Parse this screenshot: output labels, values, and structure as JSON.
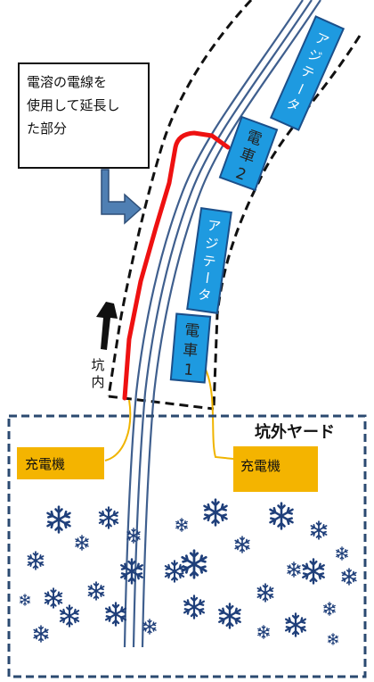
{
  "callout": {
    "line1": "電溶の電線を",
    "line2": "使用して延長し",
    "line3": "た部分"
  },
  "vehicles": {
    "agitator_top": [
      "ア",
      "ジ",
      "テ",
      "ー",
      "タ"
    ],
    "locomotive_2": [
      "電",
      "車",
      "2"
    ],
    "agitator_bottom": [
      "ア",
      "ジ",
      "テ",
      "ー",
      "タ"
    ],
    "locomotive_1": [
      "電",
      "車",
      "1"
    ]
  },
  "direction_label": [
    "坑",
    "内"
  ],
  "yard": {
    "title": "坑外ヤード",
    "charger_left": "充電機",
    "charger_right": "充電機"
  },
  "colors": {
    "tunnel_dash": "#111111",
    "rail": "#3f5f8e",
    "vehicle_fill": "#1e9ae0",
    "vehicle_stroke": "#1b4f8a",
    "cable_red": "#ee1111",
    "charger_fill": "#f4b400",
    "charger_cable": "#f0b400",
    "yard_dash": "#2b4a70",
    "snow": "#1f3f7a",
    "arrow_blue_fill": "#4f7fb3",
    "arrow_black": "#111111"
  },
  "icons": {
    "snowflake": "snowflake-icon",
    "arrow_up": "arrow-up-icon",
    "callout_arrow": "callout-pointer-arrow"
  }
}
